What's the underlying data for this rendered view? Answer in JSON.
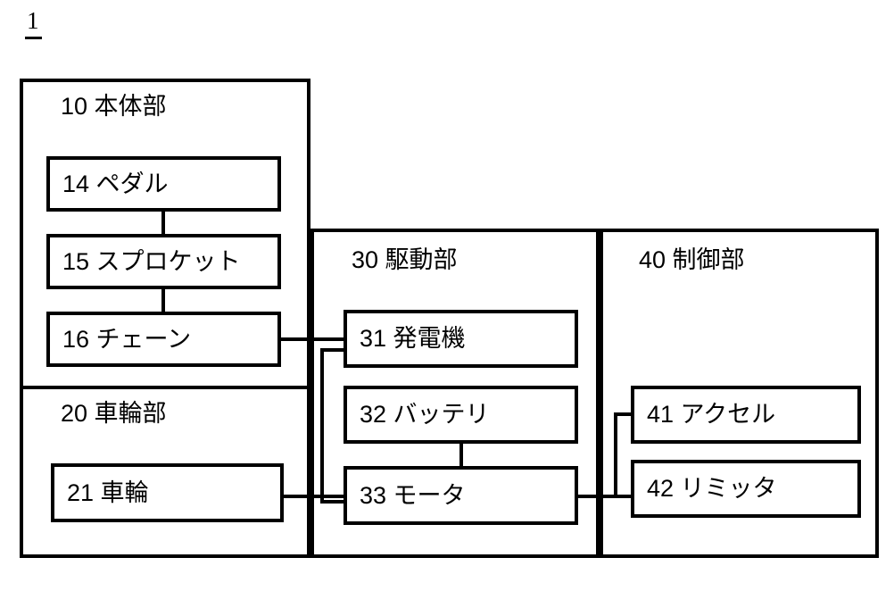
{
  "figure": {
    "number": "1"
  },
  "groups": [
    {
      "id": "body-unit",
      "number": "10",
      "name": "本体部",
      "title": "10  本体部"
    },
    {
      "id": "wheel-unit",
      "number": "20",
      "name": "車輪部",
      "title": "20  車輪部"
    },
    {
      "id": "drive-unit",
      "number": "30",
      "name": "駆動部",
      "title": "30  駆動部"
    },
    {
      "id": "control-unit",
      "number": "40",
      "name": "制御部",
      "title": "40  制御部"
    }
  ],
  "nodes": [
    {
      "id": "pedal",
      "number": "14",
      "name": "ペダル",
      "label": "14  ペダル"
    },
    {
      "id": "sprocket",
      "number": "15",
      "name": "スプロケット",
      "label": "15  スプロケット"
    },
    {
      "id": "chain",
      "number": "16",
      "name": "チェーン",
      "label": "16  チェーン"
    },
    {
      "id": "wheel",
      "number": "21",
      "name": "車輪",
      "label": "21  車輪"
    },
    {
      "id": "generator",
      "number": "31",
      "name": "発電機",
      "label": "31  発電機"
    },
    {
      "id": "battery",
      "number": "32",
      "name": "バッテリ",
      "label": "32  バッテリ"
    },
    {
      "id": "motor",
      "number": "33",
      "name": "モータ",
      "label": "33  モータ"
    },
    {
      "id": "accel",
      "number": "41",
      "name": "アクセル",
      "label": "41  アクセル"
    },
    {
      "id": "limiter",
      "number": "42",
      "name": "リミッタ",
      "label": "42  リミッタ"
    }
  ],
  "connections": [
    {
      "from": "14",
      "to": "15"
    },
    {
      "from": "15",
      "to": "16"
    },
    {
      "from": "16",
      "to": "31"
    },
    {
      "from": "31",
      "to": "33"
    },
    {
      "from": "32",
      "to": "33"
    },
    {
      "from": "21",
      "to": "33"
    },
    {
      "from": "33",
      "to": "41"
    },
    {
      "from": "33",
      "to": "42"
    }
  ],
  "style": {
    "line_color": "#000000",
    "background_color": "#ffffff",
    "text_color": "#000000"
  }
}
